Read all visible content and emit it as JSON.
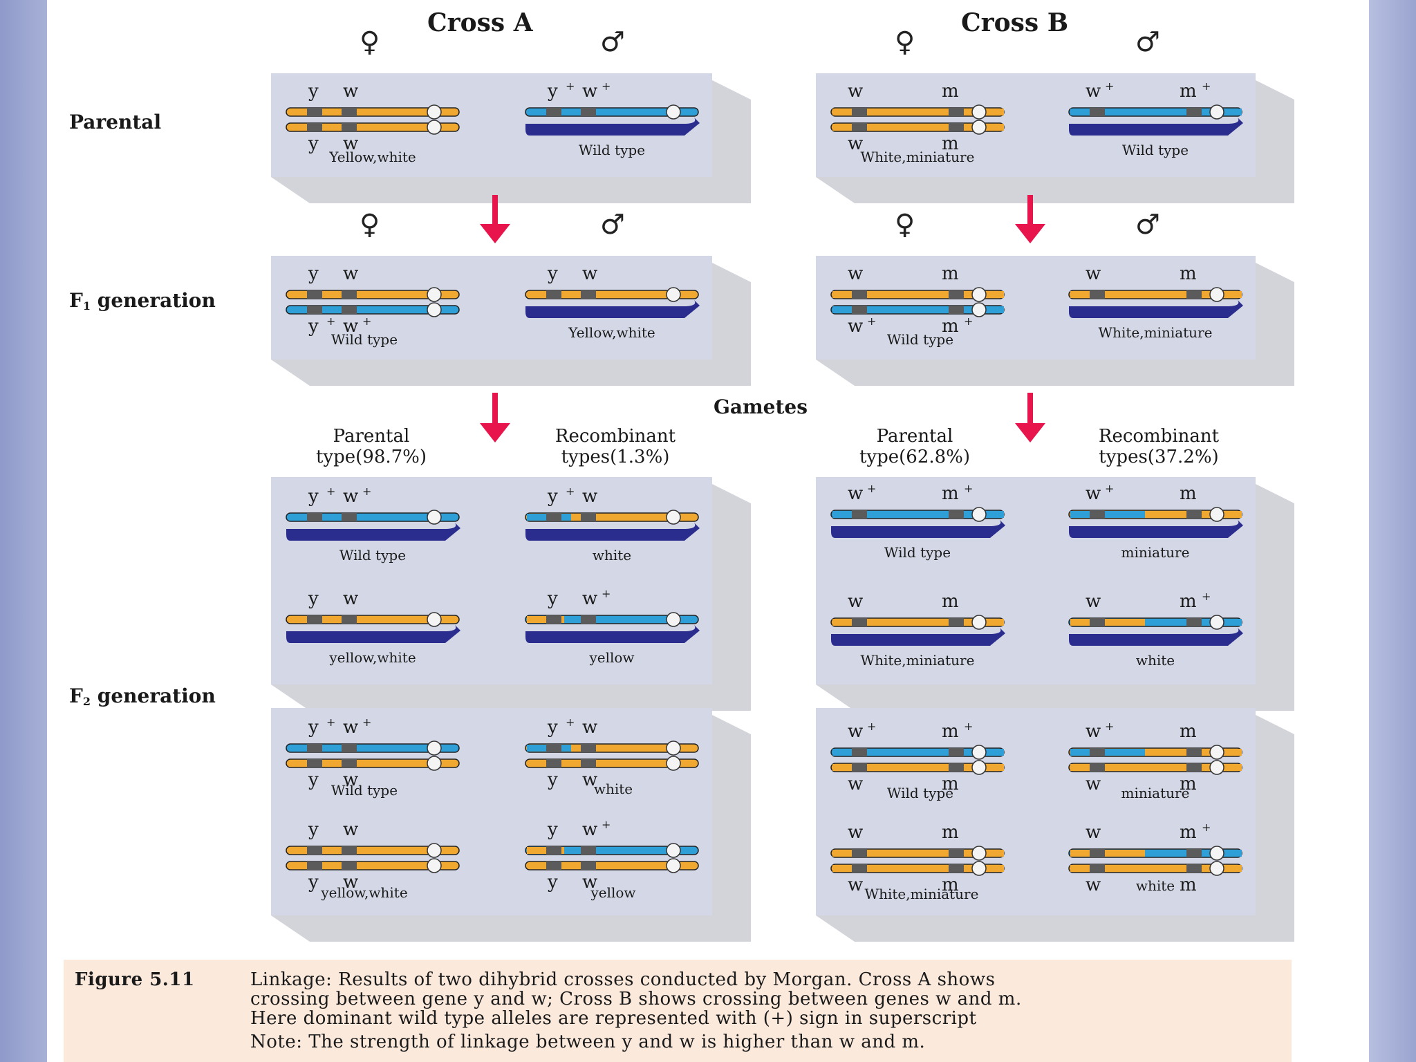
{
  "colors": {
    "background_left": "#9aa4cf",
    "background_right": "#a9b2d8",
    "panel": "#d4d8e6",
    "shadow": "#c4c6cc",
    "x_chromosome_mutant": "#f0a830",
    "x_chromosome_wild": "#2f9fd8",
    "y_chromosome": "#2b2d8e",
    "gene_band": "#5b5b5b",
    "arrow": "#e8144c"
  },
  "labels": {
    "cross_a": "Cross A",
    "cross_b": "Cross B",
    "row_parental": "Parental",
    "row_f1": "F",
    "row_f1_sub": "1",
    "row_f1_rest": " generation",
    "row_f2": "F",
    "row_f2_sub": "2",
    "row_f2_rest": " generation",
    "female_symbol": "♀",
    "male_symbol": "♂",
    "gametes": "Gametes",
    "a_parental_1": "Parental",
    "a_parental_2": "type(98.7%)",
    "a_recomb_1": "Recombinant",
    "a_recomb_2": "types(1.3%)",
    "b_parental_1": "Parental",
    "b_parental_2": "type(62.8%)",
    "b_recomb_1": "Recombinant",
    "b_recomb_2": "types(37.2%)"
  },
  "caption": {
    "figure": "Figure 5.11",
    "line1": "Linkage: Results of two dihybrid crosses conducted by Morgan. Cross A shows",
    "line2": "crossing between gene y and w; Cross B shows crossing between genes w and m.",
    "line3": "Here dominant wild type alleles are represented with (+) sign in superscript",
    "line4": "Note: The strength of linkage between y and w is higher than w and m."
  },
  "panel_texts": {
    "cross_a_parental": {
      "female": {
        "top_g1": "y",
        "top_g1_sup": "",
        "top_g2": "w",
        "top_g2_sup": "",
        "bot_g1": "y",
        "bot_g1_sup": "",
        "bot_g2": "w",
        "bot_g2_sup": "",
        "label": "Yellow,white"
      },
      "male": {
        "top_g1": "y",
        "top_g1_sup": "+",
        "top_g2": "w",
        "top_g2_sup": "+",
        "label": "Wild type"
      }
    },
    "cross_b_parental": {
      "female": {
        "top_g1": "w",
        "top_g1_sup": "",
        "top_g2": "m",
        "top_g2_sup": "",
        "bot_g1": "w",
        "bot_g1_sup": "",
        "bot_g2": "m",
        "bot_g2_sup": "",
        "label": "White,miniature"
      },
      "male": {
        "top_g1": "w",
        "top_g1_sup": "+",
        "top_g2": "m",
        "top_g2_sup": "+",
        "label": "Wild type"
      }
    },
    "cross_a_f1": {
      "female": {
        "top_g1": "y",
        "top_g1_sup": "",
        "top_g2": "w",
        "top_g2_sup": "",
        "bot_g1": "y",
        "bot_g1_sup": "+",
        "bot_g2": "w",
        "bot_g2_sup": "+",
        "label": "Wild type"
      },
      "male": {
        "top_g1": "y",
        "top_g1_sup": "",
        "top_g2": "w",
        "top_g2_sup": "",
        "label": "Yellow,white"
      }
    },
    "cross_b_f1": {
      "female": {
        "top_g1": "w",
        "top_g1_sup": "",
        "top_g2": "m",
        "top_g2_sup": "",
        "bot_g1": "w",
        "bot_g1_sup": "+",
        "bot_g2": "m",
        "bot_g2_sup": "+",
        "label": "Wild type"
      },
      "male": {
        "top_g1": "w",
        "top_g1_sup": "",
        "top_g2": "m",
        "top_g2_sup": "",
        "label": "White,miniature"
      }
    },
    "cross_a_gametes": {
      "tl": {
        "top_g1": "y",
        "top_g1_sup": "+",
        "top_g2": "w",
        "top_g2_sup": "+",
        "label": "Wild type"
      },
      "tr": {
        "top_g1": "y",
        "top_g1_sup": "+",
        "top_g2": "w",
        "top_g2_sup": "",
        "label": "white"
      },
      "bl": {
        "top_g1": "y",
        "top_g1_sup": "",
        "top_g2": "w",
        "top_g2_sup": "",
        "label": "yellow,white"
      },
      "br": {
        "top_g1": "y",
        "top_g1_sup": "",
        "top_g2": "w",
        "top_g2_sup": "+",
        "label": "yellow"
      }
    },
    "cross_b_gametes": {
      "tl": {
        "top_g1": "w",
        "top_g1_sup": "+",
        "top_g2": "m",
        "top_g2_sup": "+",
        "label": "Wild type"
      },
      "tr": {
        "top_g1": "w",
        "top_g1_sup": "+",
        "top_g2": "m",
        "top_g2_sup": "",
        "label": "miniature"
      },
      "bl": {
        "top_g1": "w",
        "top_g1_sup": "",
        "top_g2": "m",
        "top_g2_sup": "",
        "label": "White,miniature"
      },
      "br": {
        "top_g1": "w",
        "top_g1_sup": "",
        "top_g2": "m",
        "top_g2_sup": "+",
        "label": "white"
      }
    },
    "cross_a_f2": {
      "tl": {
        "top_g1": "y",
        "top_g1_sup": "+",
        "top_g2": "w",
        "top_g2_sup": "+",
        "bot_g1": "y",
        "bot_g1_sup": "",
        "bot_g2": "w",
        "bot_g2_sup": "",
        "label": "Wild type"
      },
      "tr": {
        "top_g1": "y",
        "top_g1_sup": "+",
        "top_g2": "w",
        "top_g2_sup": "",
        "bot_g1": "y",
        "bot_g1_sup": "",
        "bot_g2": "w",
        "bot_g2_sup": "",
        "label": "white"
      },
      "bl": {
        "top_g1": "y",
        "top_g1_sup": "",
        "top_g2": "w",
        "top_g2_sup": "",
        "bot_g1": "y",
        "bot_g1_sup": "",
        "bot_g2": "w",
        "bot_g2_sup": "",
        "label": "yellow,white"
      },
      "br": {
        "top_g1": "y",
        "top_g1_sup": "",
        "top_g2": "w",
        "top_g2_sup": "+",
        "bot_g1": "y",
        "bot_g1_sup": "",
        "bot_g2": "w",
        "bot_g2_sup": "",
        "label": "yellow"
      }
    },
    "cross_b_f2": {
      "tl": {
        "top_g1": "w",
        "top_g1_sup": "+",
        "top_g2": "m",
        "top_g2_sup": "+",
        "bot_g1": "w",
        "bot_g1_sup": "",
        "bot_g2": "m",
        "bot_g2_sup": "",
        "label": "Wild type"
      },
      "tr": {
        "top_g1": "w",
        "top_g1_sup": "+",
        "top_g2": "m",
        "top_g2_sup": "",
        "bot_g1": "w",
        "bot_g1_sup": "",
        "bot_g2": "m",
        "bot_g2_sup": "",
        "label": "miniature"
      },
      "bl": {
        "top_g1": "w",
        "top_g1_sup": "",
        "top_g2": "m",
        "top_g2_sup": "",
        "bot_g1": "w",
        "bot_g1_sup": "",
        "bot_g2": "m",
        "bot_g2_sup": "",
        "label": "White,miniature"
      },
      "br": {
        "top_g1": "w",
        "top_g1_sup": "",
        "top_g2": "m",
        "top_g2_sup": "+",
        "bot_g1": "w",
        "bot_g1_sup": "",
        "bot_g2": "m",
        "bot_g2_sup": "",
        "label": "white"
      }
    }
  }
}
